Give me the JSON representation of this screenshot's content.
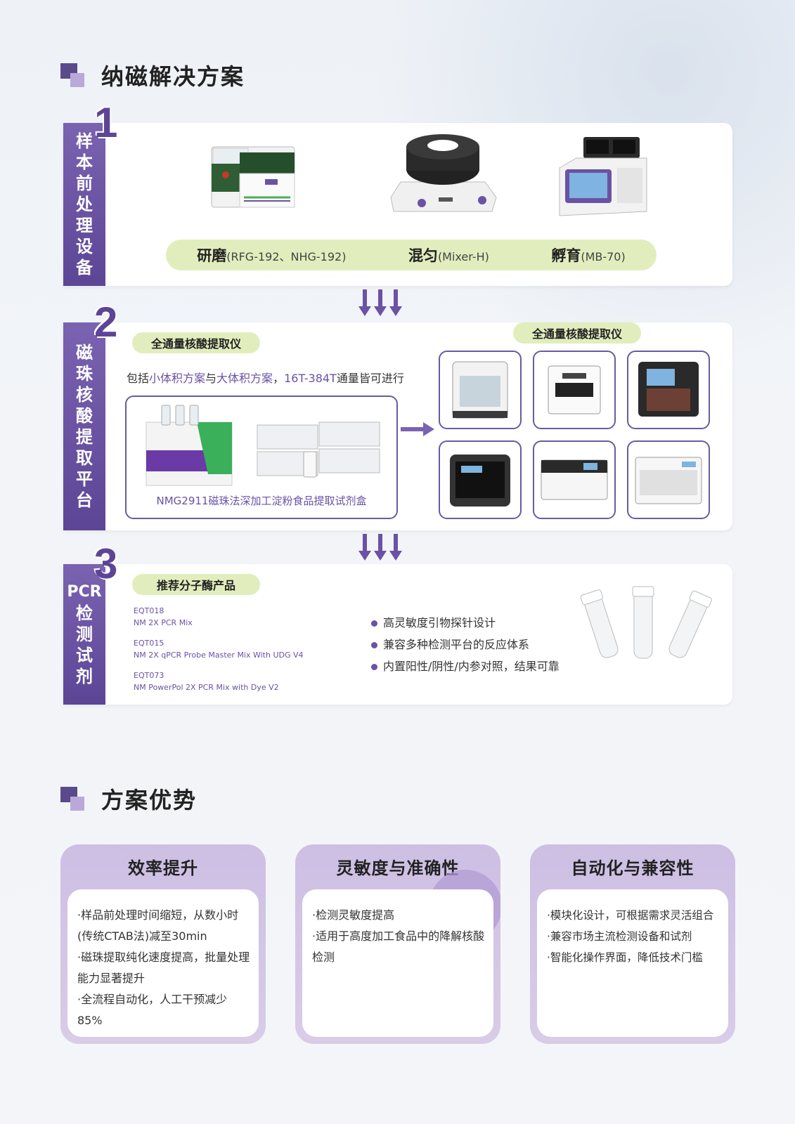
{
  "section1": {
    "title": "纳磁解决方案"
  },
  "step1": {
    "number": "1",
    "side_label": [
      "样",
      "本",
      "前",
      "处",
      "理",
      "设",
      "备"
    ],
    "devices": [
      {
        "name": "研磨",
        "model": "(RFG-192、NHG-192)"
      },
      {
        "name": "混匀",
        "model": "(Mixer-H)"
      },
      {
        "name": "孵育",
        "model": "(MB-70)"
      }
    ]
  },
  "step2": {
    "number": "2",
    "side_label": [
      "磁",
      "珠",
      "核",
      "酸",
      "提",
      "取",
      "平",
      "台"
    ],
    "pill_left": "全通量核酸提取仪",
    "pill_right": "全通量核酸提取仪",
    "desc": {
      "p1": "包括",
      "p2": "小体积方案",
      "p3": "与",
      "p4": "大体积方案",
      "p5": "，",
      "p6": "16T-384T",
      "p7": "通量皆可进行"
    },
    "kit_caption": "NMG2911磁珠法深加工淀粉食品提取试剂盒"
  },
  "step3": {
    "number": "3",
    "side_label": [
      "PCR",
      "检",
      "测",
      "试",
      "剂"
    ],
    "pill": "推荐分子酶产品",
    "products": [
      {
        "code": "EQT018",
        "name": "NM 2X PCR Mix"
      },
      {
        "code": "EQT015",
        "name": "NM 2X qPCR Probe Master Mix With UDG V4"
      },
      {
        "code": "EQT073",
        "name": "NM PowerPol 2X PCR Mix with Dye V2"
      }
    ],
    "features": [
      "高灵敏度引物探针设计",
      "兼容多种检测平台的反应体系",
      "内置阳性/阴性/内参对照，结果可靠"
    ]
  },
  "section2": {
    "title": "方案优势"
  },
  "benefits": [
    {
      "title": "效率提升",
      "items": [
        "·样品前处理时间缩短，从数小时(传统CTAB法)减至30min",
        "·磁珠提取纯化速度提高，批量处理能力显著提升",
        "·全流程自动化，人工干预减少85%"
      ]
    },
    {
      "title": "灵敏度与准确性",
      "items": [
        "·检测灵敏度提高",
        "·适用于高度加工食品中的降解核酸检测"
      ]
    },
    {
      "title": "自动化与兼容性",
      "items": [
        "·模块化设计，可根据需求灵活组合",
        "·兼容市场主流检测设备和试剂",
        "·智能化操作界面，降低技术门槛"
      ]
    }
  ]
}
